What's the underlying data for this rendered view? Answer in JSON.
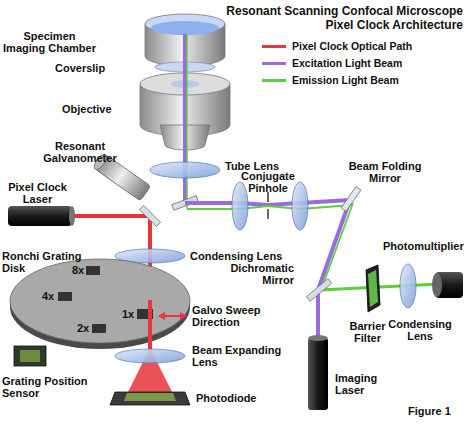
{
  "diagram": {
    "title": "Resonant Scanning Confocal Microscope Pixel Clock Architecture",
    "caption": "Figure 1",
    "labels": [
      "Specimen Imaging Chamber",
      "Coverslip",
      "Objective",
      "Resonant Galvanometer",
      "Tube Lens",
      "Conjugate Pinhole",
      "Beam Folding Mirror",
      "Pixel Clock Laser",
      "Photomultiplier",
      "Condensing Lens",
      "Ronchi Grating Disk",
      "8x",
      "4x",
      "1x",
      "2x",
      "Galvo Sweep Direction",
      "Dichromatic Mirror",
      "Barrier Filter",
      "Condensing Lens",
      "Grating Position Sensor",
      "Beam Expanding Lens",
      "Imaging Laser",
      "Photodiode"
    ],
    "legend": [
      {
        "text": "Pixel Clock Optical Path"
      },
      {
        "text": "Excitation Light Beam"
      },
      {
        "text": "Emission Light Beam"
      }
    ]
  }
}
